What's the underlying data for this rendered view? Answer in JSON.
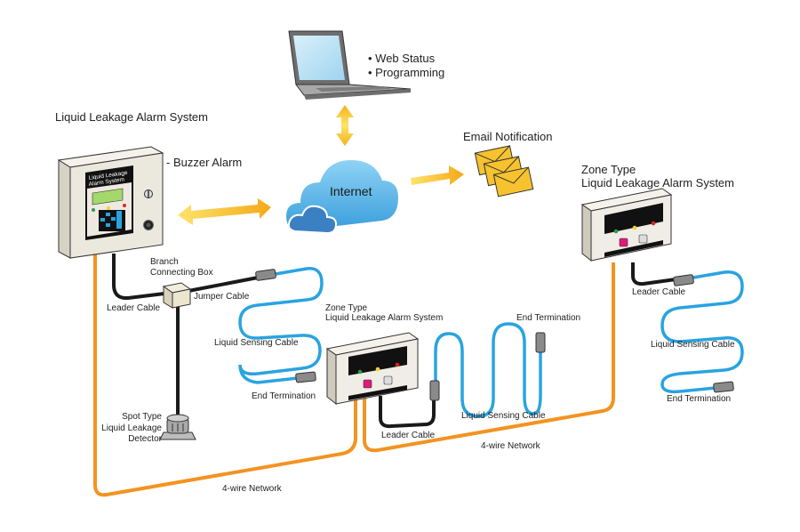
{
  "title": "Liquid Leakage Alarm System",
  "main_unit": {
    "label": "Liquid Leakage Alarm System",
    "feature": "- Buzzer Alarm",
    "panel_text": [
      "Liquid Leakage",
      "Alarm System"
    ]
  },
  "laptop": {
    "features": [
      "Web Status",
      "Programming"
    ]
  },
  "cloud": {
    "label": "Internet"
  },
  "email": {
    "label": "Email Notification"
  },
  "zone_unit_right": {
    "label_line1": "Zone Type",
    "label_line2": "Liquid Leakage Alarm System"
  },
  "zone_unit_center": {
    "label_line1": "Zone Type",
    "label_line2": "Liquid Leakage Alarm System"
  },
  "left_branch": {
    "branch_box": [
      "Branch",
      "Connecting Box"
    ],
    "leader_cable": "Leader Cable",
    "jumper_cable": "Jumper Cable",
    "sensing_cable": "Liquid Sensing Cable",
    "end_termination": "End Termination",
    "spot_detector": [
      "Spot Type",
      "Liquid Leakage",
      "Detector"
    ]
  },
  "center_branch": {
    "leader_cable": "Leader Cable",
    "sensing_cable": "Liquid Sensing Cable",
    "end_termination": "End Termination",
    "network": "4-wire Network"
  },
  "right_branch": {
    "leader_cable": "Leader Cable",
    "sensing_cable": "Liquid Sensing Cable",
    "end_termination": "End Termination"
  },
  "bottom_network": "4-wire Network",
  "colors": {
    "network_orange": "#f39321",
    "sensing_blue": "#2aa3e0",
    "cable_black": "#1a1a1a",
    "arrow_yellow": "#f8c21a",
    "cloud_blue": "#4fb0e6",
    "envelope": "#f6c22e"
  }
}
